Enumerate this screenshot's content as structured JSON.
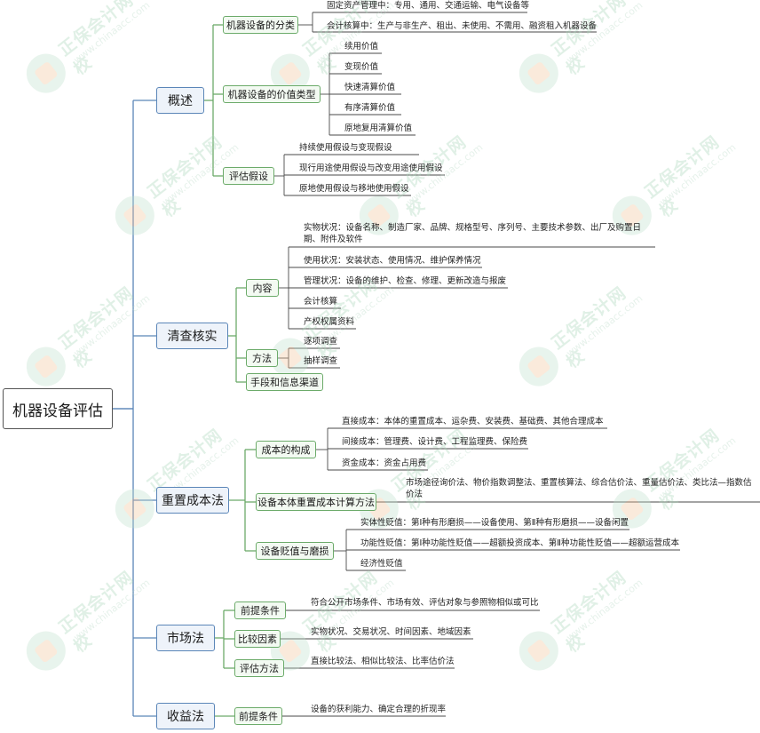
{
  "root": "机器设备评估",
  "watermark": {
    "brand": "正保会计网校",
    "site": "www.chinaacc.com"
  },
  "branches": [
    {
      "label": "概述",
      "children": [
        {
          "label": "机器设备的分类",
          "leaves": [
            "固定资产管理中：专用、通用、交通运输、电气设备等",
            "会计核算中：生产与非生产、租出、未使用、不需用、融资租入机器设备"
          ]
        },
        {
          "label": "机器设备的价值类型",
          "leaves": [
            "续用价值",
            "变现价值",
            "快速清算价值",
            "有序清算价值",
            "原地复用清算价值"
          ]
        },
        {
          "label": "评估假设",
          "leaves": [
            "持续使用假设与变现假设",
            "现行用途使用假设与改变用途使用假设",
            "原地使用假设与移地使用假设"
          ]
        }
      ]
    },
    {
      "label": "清查核实",
      "children": [
        {
          "label": "内容",
          "leaves": [
            "实物状况：设备名称、制造厂家、品牌、规格型号、序列号、主要技术参数、出厂及购置日期、附件及软件",
            "使用状况：安装状态、使用情况、维护保养情况",
            "管理状况：设备的维护、检查、修理、更新改造与报废",
            "会计核算",
            "产权权属资料"
          ]
        },
        {
          "label": "方法",
          "leaves": [
            "逐项调查",
            "抽样调查"
          ]
        },
        {
          "label": "手段和信息渠道",
          "leaves": []
        }
      ]
    },
    {
      "label": "重置成本法",
      "children": [
        {
          "label": "成本的构成",
          "leaves": [
            "直接成本：本体的重置成本、运杂费、安装费、基础费、其他合理成本",
            "间接成本：管理费、设计费、工程监理费、保险费",
            "资金成本：资金占用费"
          ]
        },
        {
          "label": "设备本体重置成本计算方法",
          "leaves": [
            "市场途径询价法、物价指数调整法、重置核算法、综合估价法、重量估价法、类比法—指数估价法"
          ]
        },
        {
          "label": "设备贬值与磨损",
          "leaves": [
            "实体性贬值：第Ⅰ种有形磨损——设备使用、第Ⅱ种有形磨损——设备闲置",
            "功能性贬值：第Ⅰ种功能性贬值——超额投资成本、第Ⅱ种功能性贬值——超额运营成本",
            "经济性贬值"
          ]
        }
      ]
    },
    {
      "label": "市场法",
      "children": [
        {
          "label": "前提条件",
          "leaves": [
            "符合公开市场条件、市场有效、评估对象与参照物相似或可比"
          ]
        },
        {
          "label": "比较因素",
          "leaves": [
            "实物状况、交易状况、时间因素、地域因素"
          ]
        },
        {
          "label": "评估方法",
          "leaves": [
            "直接比较法、相似比较法、比率估价法"
          ]
        }
      ]
    },
    {
      "label": "收益法",
      "children": [
        {
          "label": "前提条件",
          "leaves": [
            "设备的获利能力、确定合理的折现率"
          ]
        }
      ]
    }
  ]
}
